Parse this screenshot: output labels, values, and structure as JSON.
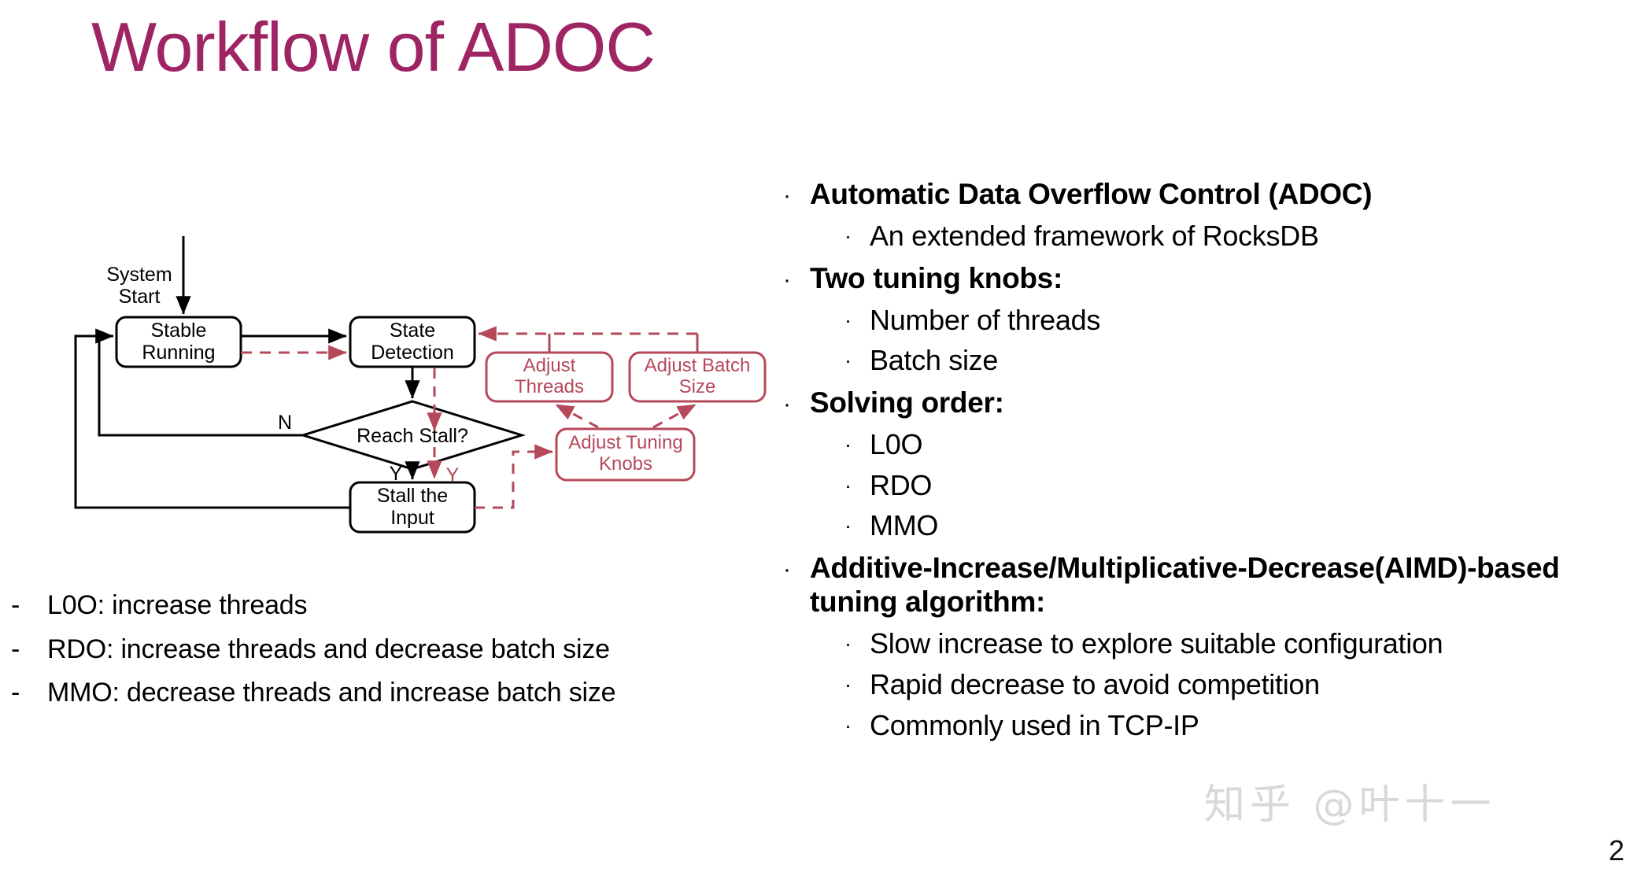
{
  "slide": {
    "title": "Workflow of ADOC",
    "title_color": "#9e2463",
    "page_number": "2"
  },
  "watermark": {
    "text": "知乎 @叶十一"
  },
  "diagram": {
    "title": "ADOC workflow flowchart",
    "colors": {
      "black": "#000000",
      "pink": "#b5495b"
    },
    "nodes": {
      "system_start_label_line1": "System",
      "system_start_label_line2": "Start",
      "stable_running_line1": "Stable",
      "stable_running_line2": "Running",
      "state_detection_line1": "State",
      "state_detection_line2": "Detection",
      "reach_stall": "Reach Stall?",
      "stall_input_line1": "Stall the",
      "stall_input_line2": "Input",
      "adjust_threads_line1": "Adjust",
      "adjust_threads_line2": "Threads",
      "adjust_batch_size_line1": "Adjust Batch",
      "adjust_batch_size_line2": "Size",
      "adjust_tuning_knobs_line1": "Adjust Tuning",
      "adjust_tuning_knobs_line2": "Knobs"
    },
    "edge_labels": {
      "no": "N",
      "yes_black": "Y",
      "yes_pink": "Y"
    }
  },
  "left_list": {
    "marker": "-",
    "items": [
      "L0O: increase threads",
      "RDO: increase threads and decrease batch size",
      "MMO: decrease threads and increase batch size"
    ]
  },
  "right_list": {
    "bullet_l1": "·",
    "bullet_l2": "·",
    "groups": [
      {
        "heading": "Automatic Data Overflow Control (ADOC)",
        "sub": [
          "An extended framework of RocksDB"
        ]
      },
      {
        "heading": "Two tuning knobs:",
        "sub": [
          "Number of threads",
          "Batch size"
        ]
      },
      {
        "heading": "Solving order:",
        "sub": [
          "L0O",
          "RDO",
          "MMO"
        ]
      },
      {
        "heading": "Additive-Increase/Multiplicative-Decrease(AIMD)-based tuning algorithm:",
        "sub": [
          "Slow increase to explore suitable configuration",
          "Rapid decrease to avoid competition",
          "Commonly used in TCP-IP"
        ]
      }
    ]
  }
}
